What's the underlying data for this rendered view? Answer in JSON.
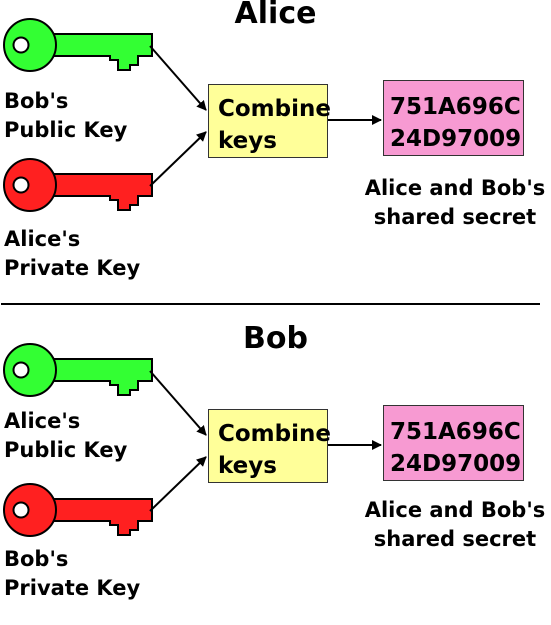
{
  "alice": {
    "title": "Alice",
    "public_key_label": [
      "Bob's",
      "Public Key"
    ],
    "private_key_label": [
      "Alice's",
      "Private Key"
    ],
    "combine_label": [
      "Combine",
      "keys"
    ],
    "secret_value": [
      "751A696C",
      "24D97009"
    ],
    "secret_caption": [
      "Alice and Bob's",
      "shared secret"
    ]
  },
  "bob": {
    "title": "Bob",
    "public_key_label": [
      "Alice's",
      "Public Key"
    ],
    "private_key_label": [
      "Bob's",
      "Private Key"
    ],
    "combine_label": [
      "Combine",
      "keys"
    ],
    "secret_value": [
      "751A696C",
      "24D97009"
    ],
    "secret_caption": [
      "Alice and Bob's",
      "shared secret"
    ]
  },
  "colors": {
    "public_key": "#33ff33",
    "private_key": "#ff2020",
    "combine_box": "#ffff99",
    "secret_box": "#f79ad2"
  },
  "icons": [
    "green-key-icon",
    "red-key-icon",
    "arrow-icon"
  ]
}
